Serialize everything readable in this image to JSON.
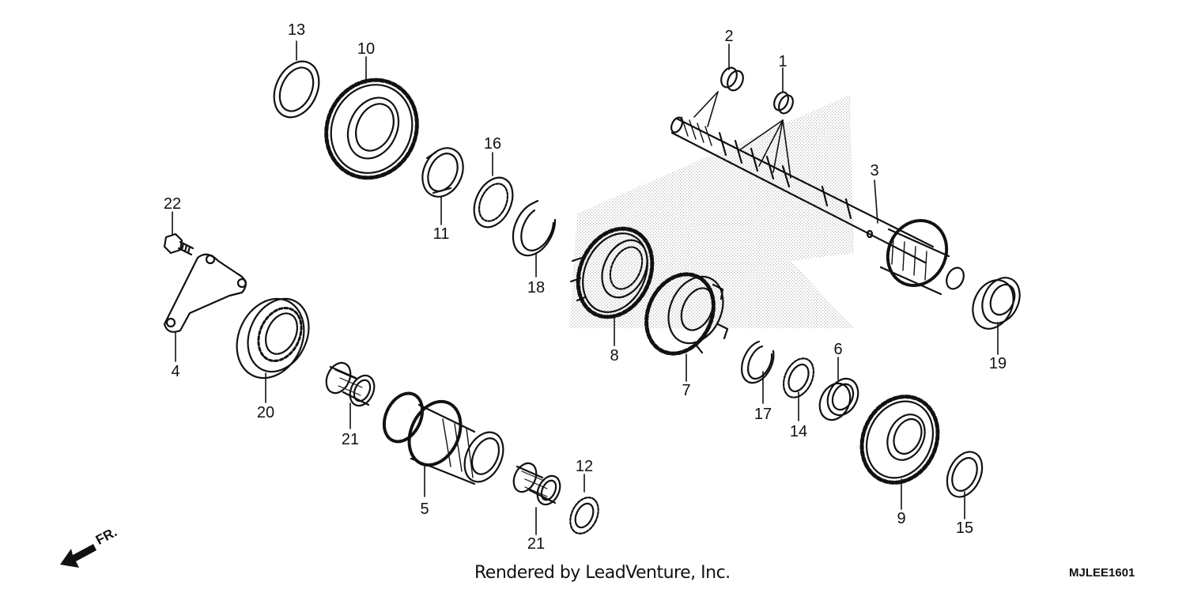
{
  "diagram": {
    "callouts": [
      {
        "id": "13",
        "label": "13"
      },
      {
        "id": "10",
        "label": "10"
      },
      {
        "id": "2",
        "label": "2"
      },
      {
        "id": "1",
        "label": "1"
      },
      {
        "id": "3",
        "label": "3"
      },
      {
        "id": "16",
        "label": "16"
      },
      {
        "id": "11",
        "label": "11"
      },
      {
        "id": "18",
        "label": "18"
      },
      {
        "id": "22",
        "label": "22"
      },
      {
        "id": "4",
        "label": "4"
      },
      {
        "id": "20",
        "label": "20"
      },
      {
        "id": "8",
        "label": "8"
      },
      {
        "id": "7",
        "label": "7"
      },
      {
        "id": "19",
        "label": "19"
      },
      {
        "id": "6",
        "label": "6"
      },
      {
        "id": "17",
        "label": "17"
      },
      {
        "id": "14",
        "label": "14"
      },
      {
        "id": "21a",
        "label": "21"
      },
      {
        "id": "21b",
        "label": "21"
      },
      {
        "id": "5",
        "label": "5"
      },
      {
        "id": "12",
        "label": "12"
      },
      {
        "id": "9",
        "label": "9"
      },
      {
        "id": "15",
        "label": "15"
      }
    ],
    "front_indicator": "FR.",
    "credit": "Rendered by LeadVenture, Inc.",
    "code": "MJLEE1601"
  }
}
